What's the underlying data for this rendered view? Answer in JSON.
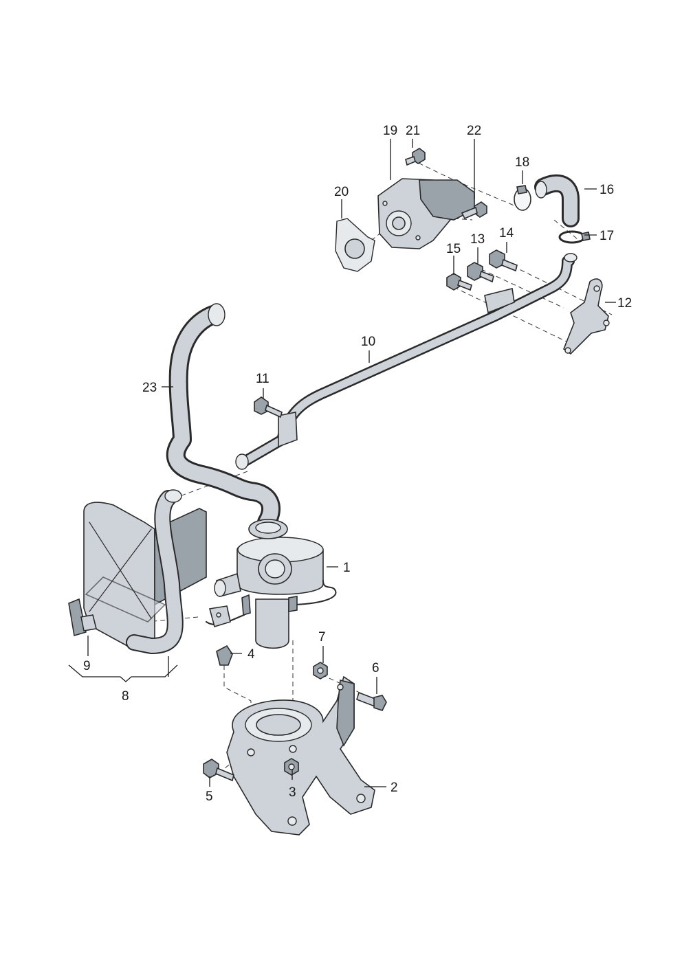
{
  "diagram": {
    "callouts": [
      {
        "id": "1",
        "text": "1"
      },
      {
        "id": "2",
        "text": "2"
      },
      {
        "id": "3",
        "text": "3"
      },
      {
        "id": "4",
        "text": "4"
      },
      {
        "id": "5",
        "text": "5"
      },
      {
        "id": "6",
        "text": "6"
      },
      {
        "id": "7",
        "text": "7"
      },
      {
        "id": "8",
        "text": "8"
      },
      {
        "id": "9",
        "text": "9"
      },
      {
        "id": "10",
        "text": "10"
      },
      {
        "id": "11",
        "text": "11"
      },
      {
        "id": "12",
        "text": "12"
      },
      {
        "id": "13",
        "text": "13"
      },
      {
        "id": "14",
        "text": "14"
      },
      {
        "id": "15",
        "text": "15"
      },
      {
        "id": "16",
        "text": "16"
      },
      {
        "id": "17",
        "text": "17"
      },
      {
        "id": "18",
        "text": "18"
      },
      {
        "id": "19",
        "text": "19"
      },
      {
        "id": "20",
        "text": "20"
      },
      {
        "id": "21",
        "text": "21"
      },
      {
        "id": "22",
        "text": "22"
      },
      {
        "id": "23",
        "text": "23"
      }
    ],
    "colors": {
      "metal": "#cdd3d9",
      "metal_dark": "#9aa2aa",
      "metal_light": "#e6eaed",
      "outline": "#2a2a2a"
    }
  }
}
